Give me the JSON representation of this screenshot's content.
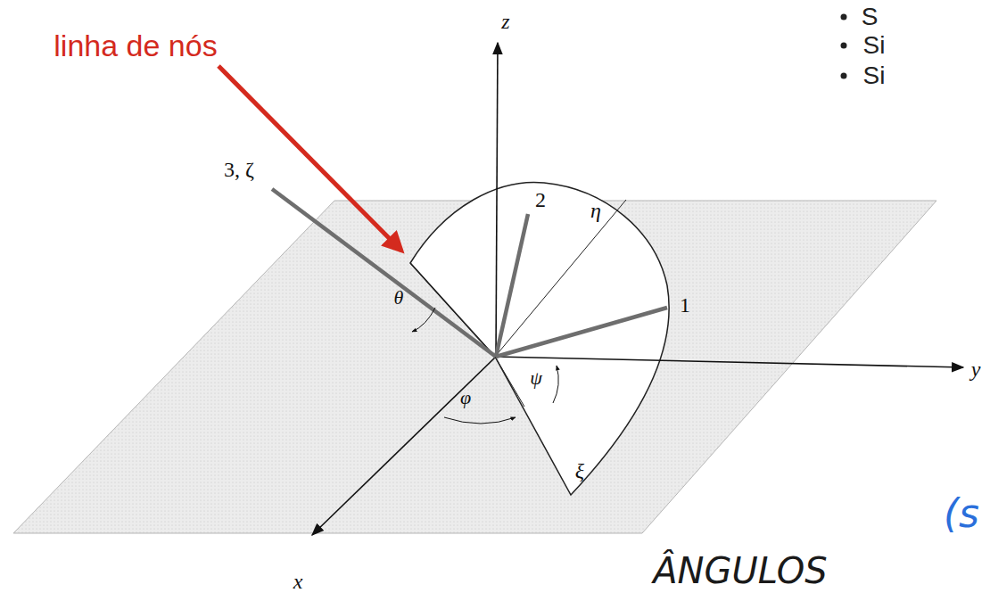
{
  "diagram": {
    "labels": [
      "linha de nós",
      "z",
      "2",
      "η",
      "3, ζ",
      "θ",
      "1",
      "y",
      "ψ",
      "φ",
      "ξ",
      "x",
      "S",
      "Si",
      "Si",
      "(s",
      "ÂNGULOS"
    ]
  }
}
